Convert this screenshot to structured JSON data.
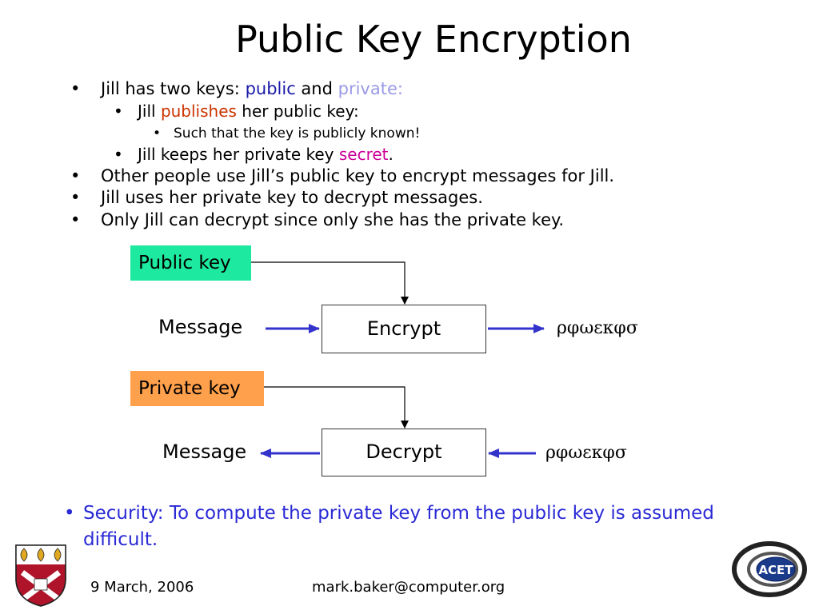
{
  "title": "Public Key Encryption",
  "bullets": {
    "b1": {
      "text": "Jill has two keys: ",
      "public": "public",
      "and": " and ",
      "private": "private:"
    },
    "b1_1": {
      "a": "Jill ",
      "publishes": "publishes",
      "b": " her public key:"
    },
    "b1_1_1": "Such that the key is publicly known!",
    "b1_2": {
      "a": "Jill keeps her private key ",
      "secret": "secret",
      "b": "."
    },
    "b2": "Other people use Jill’s public key to encrypt messages for Jill.",
    "b3": "Jill uses her private key to decrypt messages.",
    "b4": "Only Jill can decrypt since only she has the private key.",
    "bullet_glyph": "•"
  },
  "diagram": {
    "public_key": "Public key",
    "private_key": "Private key",
    "message_top": "Message",
    "message_bottom": "Message",
    "encrypt": "Encrypt",
    "decrypt": "Decrypt",
    "cipher_top": "ρφωεκφσ",
    "cipher_bottom": "ρφωεκφσ"
  },
  "security": {
    "bullet": "•",
    "text": "Security: To compute the private key from the public key is assumed difficult."
  },
  "footer": {
    "date": "9 March, 2006",
    "email": "mark.baker@computer.org"
  },
  "logo": {
    "text": "ACET"
  },
  "colors": {
    "blue_text": "#1a1aa8",
    "lavender_text": "#9a9ae6",
    "orange_text": "#cc3300",
    "magenta_text": "#cc0099",
    "security_text": "#2a2ad6",
    "public_key_bg": "#1de9a0",
    "private_key_bg": "#ffa04c",
    "arrow": "#3333cc"
  }
}
